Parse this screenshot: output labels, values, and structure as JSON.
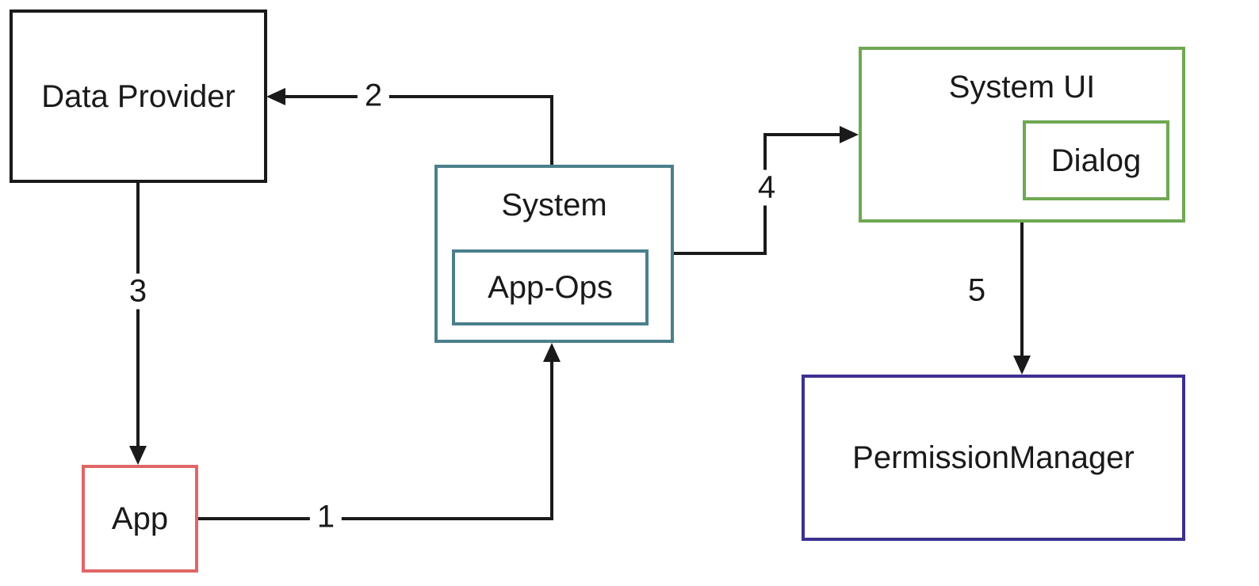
{
  "diagram": {
    "title": "App permission request flow diagram",
    "background_color": "#ffffff",
    "line_color": "#1a1a1a",
    "boxes": [
      {
        "id": "data-provider",
        "label": "Data Provider",
        "border_color": "#1a1a1a"
      },
      {
        "id": "app",
        "label": "App",
        "border_color": "#e06666"
      },
      {
        "id": "system",
        "label": "System",
        "border_color": "#4b7f8c"
      },
      {
        "id": "app-ops",
        "label": "App-Ops",
        "border_color": "#4b7f8c",
        "parent": "system"
      },
      {
        "id": "system-ui",
        "label": "System UI",
        "border_color": "#6fa853"
      },
      {
        "id": "dialog",
        "label": "Dialog",
        "border_color": "#6fa853",
        "parent": "system-ui"
      },
      {
        "id": "permission-manager",
        "label": "PermissionManager",
        "border_color": "#3c3091"
      }
    ],
    "arrows": [
      {
        "label": "1",
        "from": "app",
        "to": "system"
      },
      {
        "label": "2",
        "from": "system",
        "to": "data-provider"
      },
      {
        "label": "3",
        "from": "data-provider",
        "to": "app"
      },
      {
        "label": "4",
        "from": "system",
        "to": "system-ui"
      },
      {
        "label": "5",
        "from": "system-ui",
        "to": "permission-manager"
      }
    ]
  }
}
